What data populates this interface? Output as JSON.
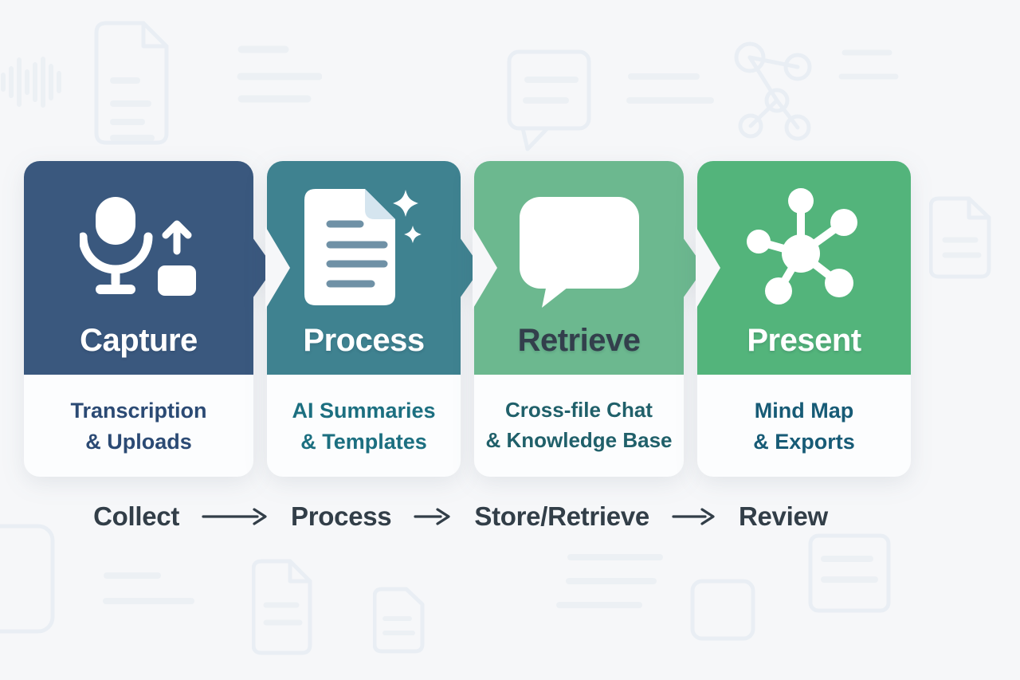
{
  "steps": [
    {
      "title": "Capture",
      "subtitle_line1": "Transcription",
      "subtitle_line2": "& Uploads",
      "icon": "microphone-upload-icon",
      "header_color": "#3a587e",
      "title_color": "#ffffff",
      "subtitle_color": "#2b4a74"
    },
    {
      "title": "Process",
      "subtitle_line1": "AI Summaries",
      "subtitle_line2": "& Templates",
      "icon": "document-sparkles-icon",
      "header_color": "#3f8290",
      "title_color": "#ffffff",
      "subtitle_color": "#1c6f80"
    },
    {
      "title": "Retrieve",
      "subtitle_line1": "Cross-file Chat",
      "subtitle_line2": "& Knowledge Base",
      "icon": "chat-bubble-icon",
      "header_color": "#6cb88f",
      "title_color": "#333f4c",
      "subtitle_color": "#20606a"
    },
    {
      "title": "Present",
      "subtitle_line1": "Mind Map",
      "subtitle_line2": "& Exports",
      "icon": "mind-map-icon",
      "header_color": "#53b47b",
      "title_color": "#ffffff",
      "subtitle_color": "#175b76"
    }
  ],
  "flow": {
    "labels": [
      "Collect",
      "Process",
      "Store/Retrieve",
      "Review"
    ],
    "arrow_icon": "right-arrow-icon"
  },
  "background": {
    "decoration_icons": [
      "audio-waveform-icon",
      "document-outline-icon",
      "text-lines-icon",
      "chat-bubble-outline-icon",
      "molecule-icon",
      "rounded-rect-outline-icon"
    ]
  },
  "colors": {
    "page_background": "#f6f7f9",
    "card_background": "#fcfdfe",
    "flow_text": "#323e48",
    "document_line_accent": "#6f91a6",
    "document_fold_accent": "#d5e5ef"
  }
}
